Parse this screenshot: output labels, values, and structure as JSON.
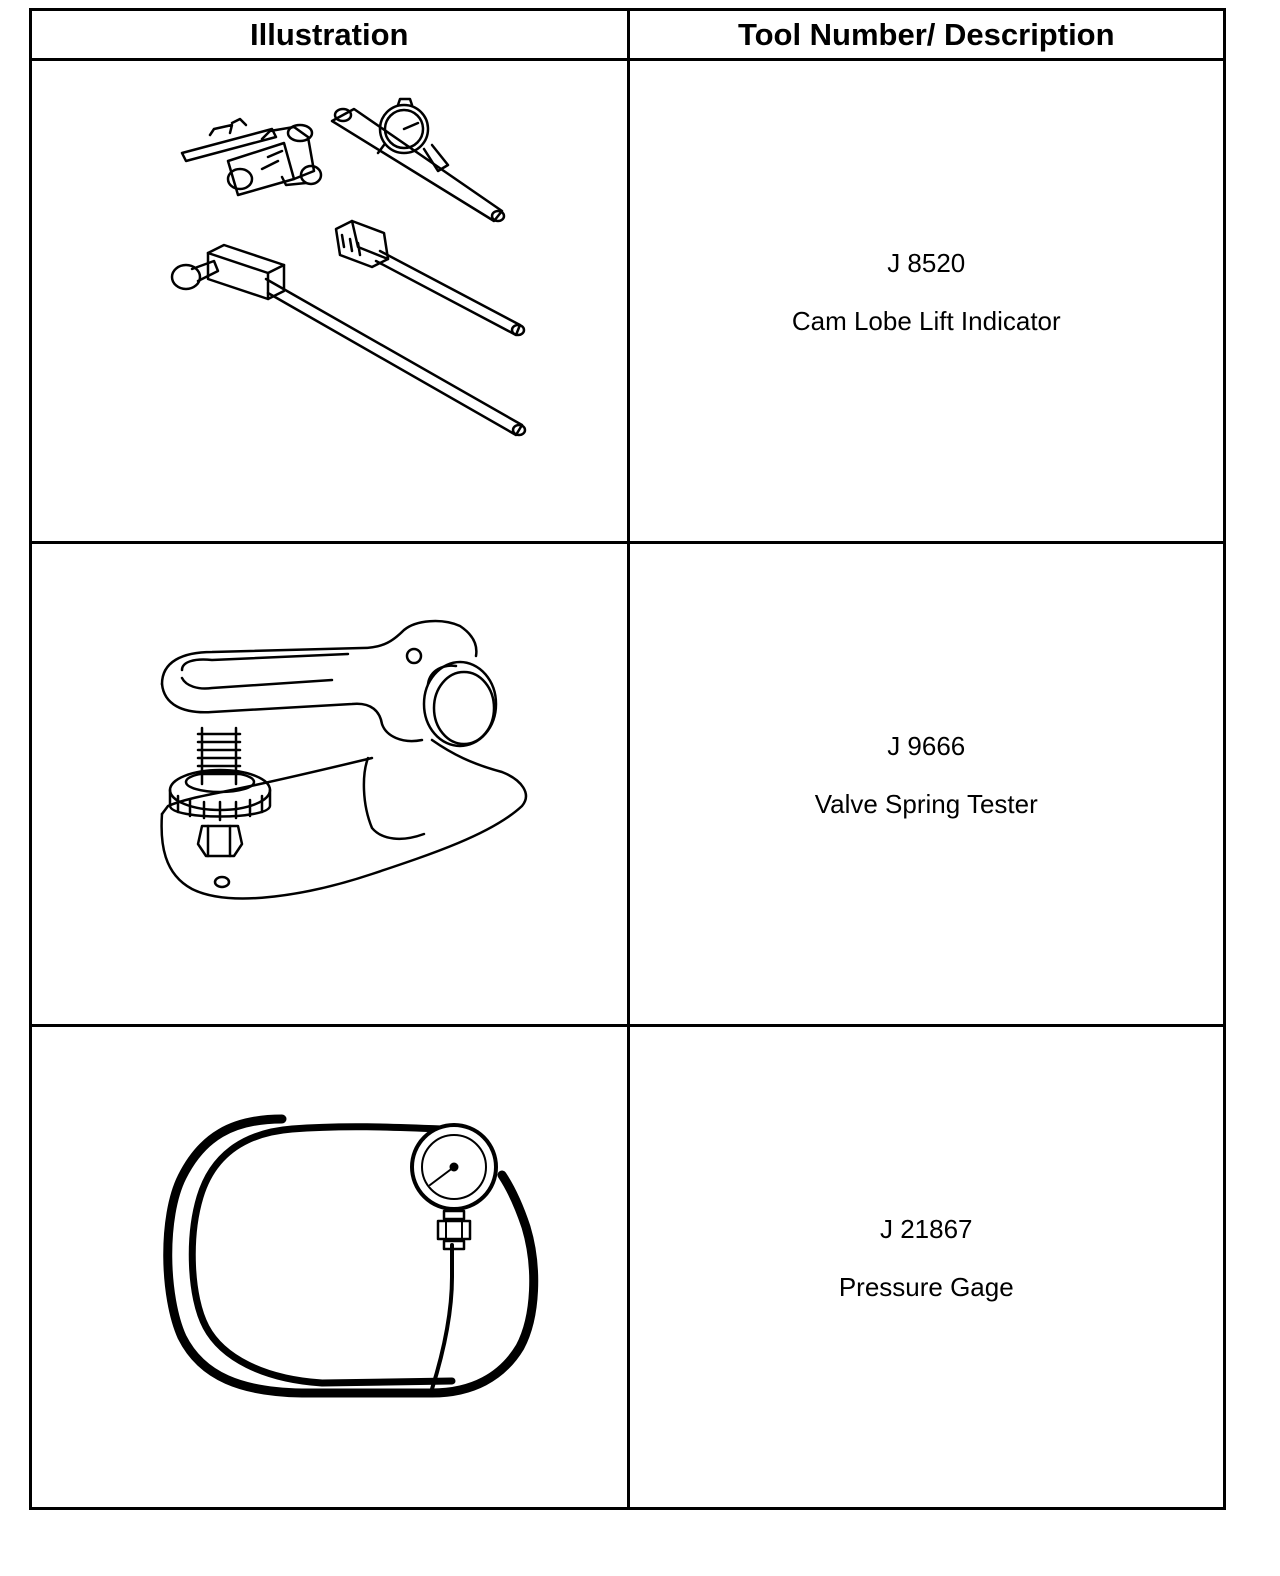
{
  "table": {
    "header_illustration": "Illustration",
    "header_description": "Tool Number/ Description",
    "rows": [
      {
        "tool_number": "J 8520",
        "description": "Cam Lobe Lift Indicator",
        "illustration_icon": "cam-lobe-lift-indicator-icon"
      },
      {
        "tool_number": "J 9666",
        "description": "Valve Spring Tester",
        "illustration_icon": "valve-spring-tester-icon"
      },
      {
        "tool_number": "J 21867",
        "description": "Pressure Gage",
        "illustration_icon": "pressure-gage-icon"
      }
    ]
  }
}
